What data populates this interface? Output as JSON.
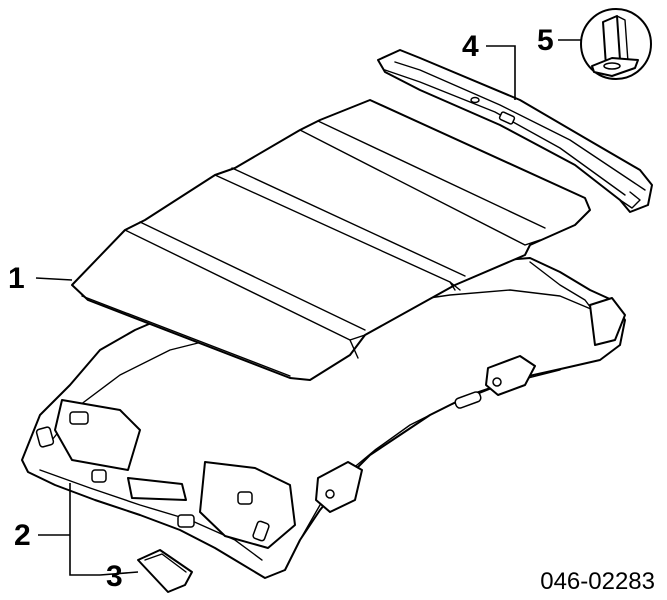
{
  "callouts": {
    "c1": "1",
    "c2": "2",
    "c3": "3",
    "c4": "4",
    "c5": "5"
  },
  "catalog_number": "046-02283",
  "colors": {
    "line": "#000000",
    "background": "#ffffff"
  }
}
